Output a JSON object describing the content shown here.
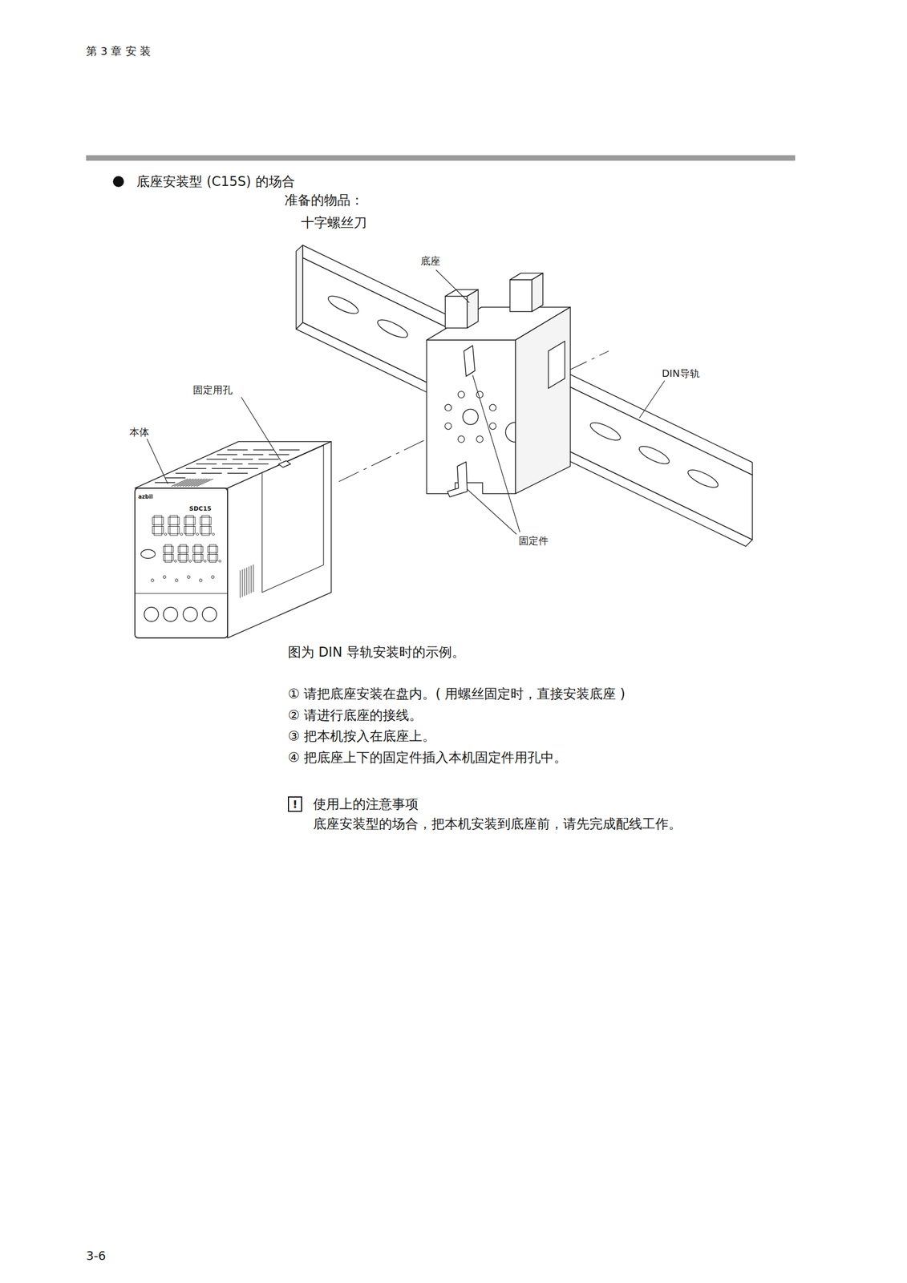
{
  "diagram": {
    "title": "底座安装型 (C15S) 的场合",
    "labels": [
      "第 3 章 安 装",
      "准备的物品：",
      "十字螺丝刀",
      "底座",
      "DIN导轨",
      "固定用孔",
      "本体",
      "固定件",
      "azbil",
      "SDC15",
      "图为 DIN 导轨安装时的示例。",
      "① 请把底座安装在盘内。( 用螺丝固定时，直接安装底座 )",
      "② 请进行底座的接线。",
      "③ 把本机按入在底座上。",
      "④ 把底座上下的固定件插入本机固定件用孔中。",
      "!",
      "使用上的注意事项",
      "底座安装型的场合，把本机安装到底座前，请先完成配线工作。",
      "3-6"
    ]
  }
}
